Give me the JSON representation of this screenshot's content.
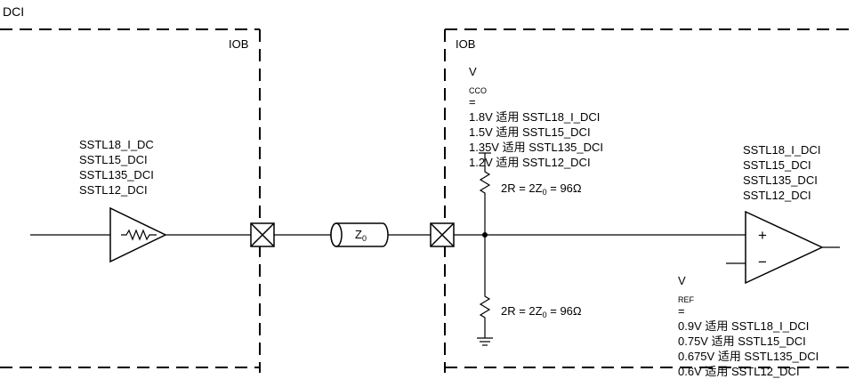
{
  "diagram": {
    "title": "DCI",
    "regions": [
      {
        "label": "IOB"
      },
      {
        "label": "IOB"
      }
    ],
    "driver": {
      "standards": [
        "SSTL18_I_DC",
        "SSTL15_DCI",
        "SSTL135_DCI",
        "SSTL12_DCI"
      ]
    },
    "line": {
      "label_main": "Z",
      "label_sub": "0"
    },
    "vcco": {
      "heading_main": "V",
      "heading_sub": "CCO",
      "heading_suffix": " =",
      "items": [
        "1.8V 适用 SSTL18_I_DCI",
        "1.5V 适用 SSTL15_DCI",
        "1.35V 适用 SSTL135_DCI",
        "1.2V 适用 SSTL12_DCI"
      ]
    },
    "termination": {
      "upper": {
        "prefix": "2R = 2Z",
        "sub": "0",
        "suffix": " = 96Ω"
      },
      "lower": {
        "prefix": "2R = 2Z",
        "sub": "0",
        "suffix": " = 96Ω"
      }
    },
    "receiver": {
      "standards": [
        "SSTL18_I_DCI",
        "SSTL15_DCI",
        "SSTL135_DCI",
        "SSTL12_DCI"
      ],
      "plus": "+",
      "minus": "−"
    },
    "vref": {
      "heading_main": "V",
      "heading_sub": "REF",
      "heading_suffix": " =",
      "items": [
        "0.9V 适用 SSTL18_I_DCI",
        "0.75V 适用 SSTL15_DCI",
        "0.675V 适用 SSTL135_DCI",
        "0.6V 适用 SSTL12_DCI"
      ]
    }
  }
}
